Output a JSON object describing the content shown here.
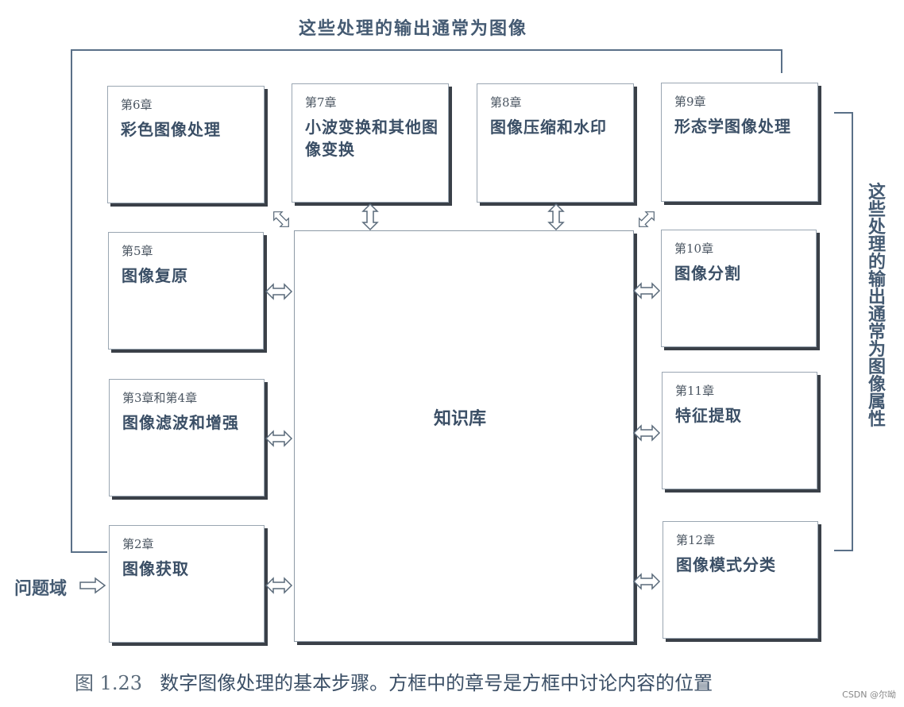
{
  "top_label": "这些处理的输出通常为图像",
  "right_label": "这些处理的输出通常为图像属性",
  "knowledge_base": "知识库",
  "problem_domain": "问题域",
  "boxes": [
    {
      "chapter": "第6章",
      "title": "彩色图像处理"
    },
    {
      "chapter": "第7章",
      "title": "小波变换和其他图像变换"
    },
    {
      "chapter": "第8章",
      "title": "图像压缩和水印"
    },
    {
      "chapter": "第9章",
      "title": "形态学图像处理"
    },
    {
      "chapter": "第5章",
      "title": "图像复原"
    },
    {
      "chapter": "第3章和第4章",
      "title": "图像滤波和增强"
    },
    {
      "chapter": "第2章",
      "title": "图像获取"
    },
    {
      "chapter": "第10章",
      "title": "图像分割"
    },
    {
      "chapter": "第11章",
      "title": "特征提取"
    },
    {
      "chapter": "第12章",
      "title": "图像模式分类"
    }
  ],
  "caption": {
    "number": "图 1.23",
    "text": "数字图像处理的基本步骤。方框中的章号是方框中讨论内容的位置"
  },
  "watermark": "CSDN @尔呦"
}
